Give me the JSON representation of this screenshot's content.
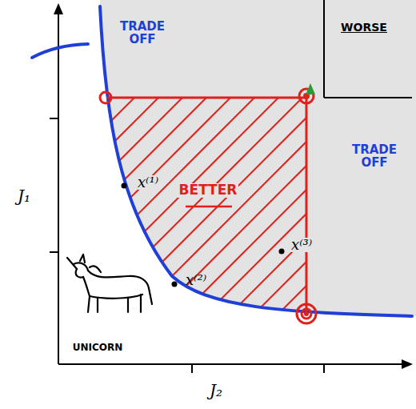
{
  "diagram": {
    "labels": [
      "TRADE OFF",
      "WORSE",
      "TRADE OFF",
      "BETTER",
      "x⁽¹⁾",
      "x⁽²⁾",
      "x⁽³⁾",
      "UNICORN",
      "J₁",
      "J₂"
    ]
  }
}
